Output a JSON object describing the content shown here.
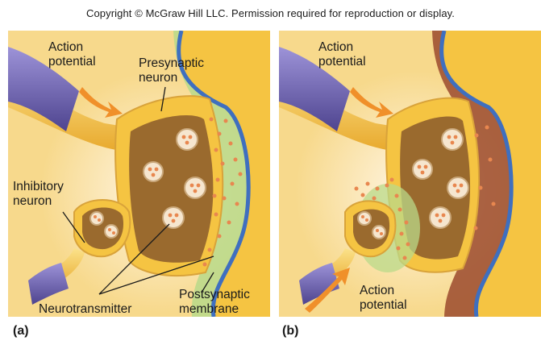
{
  "copyright": "Copyright © McGraw Hill LLC. Permission required for reproduction or display.",
  "panel_a": {
    "tag": "(a)",
    "labels": {
      "action_potential": [
        "Action",
        "potential"
      ],
      "presynaptic_neuron": [
        "Presynaptic",
        "neuron"
      ],
      "inhibitory_neuron": [
        "Inhibitory",
        "neuron"
      ],
      "neurotransmitter": "Neurotransmitter",
      "postsynaptic_membrane": [
        "Postsynaptic",
        "membrane"
      ]
    }
  },
  "panel_b": {
    "tag": "(b)",
    "labels": {
      "action_potential_top": [
        "Action",
        "potential"
      ],
      "action_potential_bottom": [
        "Action",
        "potential"
      ]
    }
  },
  "colors": {
    "background": "#f7d98c",
    "neuron_yellow": "#f5c442",
    "terminal_interior": "#9a6a2e",
    "myelin_purple": "#6f64b5",
    "membrane_blue": "#3f6fbf",
    "cleft_green": "#b9d98a",
    "vesicle_orange": "#e8874f",
    "arrow_orange": "#f0902a"
  }
}
